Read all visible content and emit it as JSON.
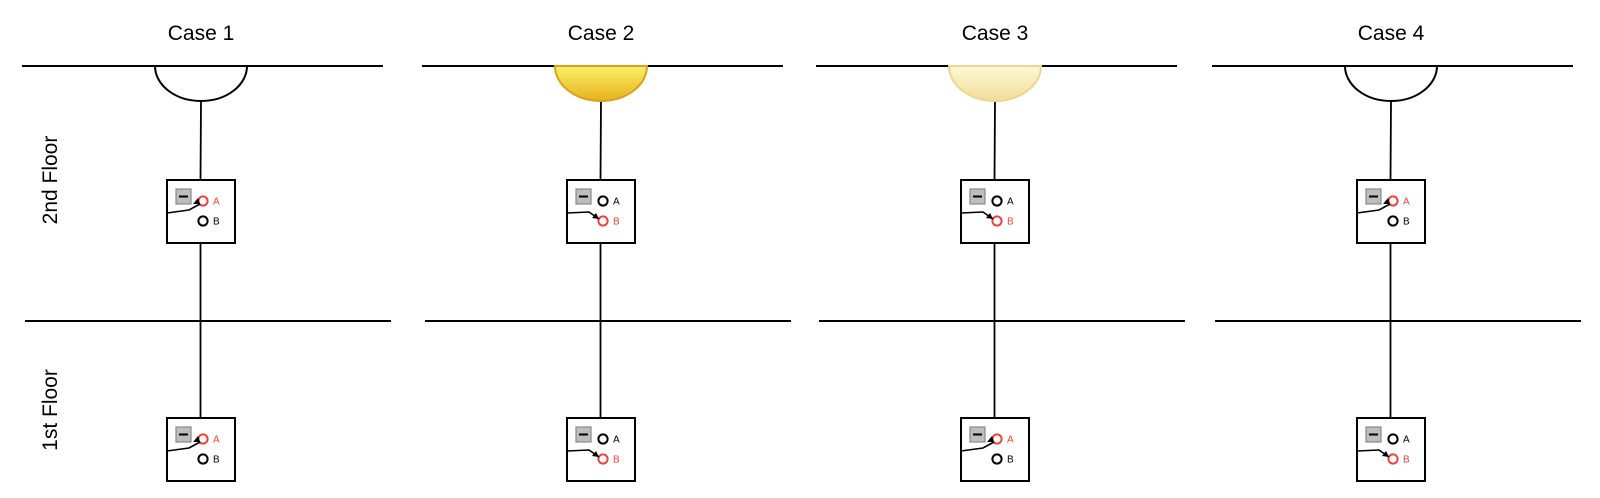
{
  "floors": {
    "upper": "2nd Floor",
    "lower": "1st Floor"
  },
  "switch_terminals": {
    "a": "A",
    "b": "B"
  },
  "colors": {
    "line": "#000000",
    "active": "#e8463f",
    "inactive": "#000000",
    "lamp_off_fill": "#ffffff",
    "lamp_bright_top": "#fbef6a",
    "lamp_bright_bottom": "#e7b21e",
    "lamp_dim_top": "#fdf8d4",
    "lamp_dim_bottom": "#f2dd9a",
    "toggle_fill": "#bdbdbd"
  },
  "cases": [
    {
      "title": "Case 1",
      "upper_switch": "A",
      "lower_switch": "A",
      "lamp": "off"
    },
    {
      "title": "Case 2",
      "upper_switch": "B",
      "lower_switch": "B",
      "lamp": "on-bright"
    },
    {
      "title": "Case 3",
      "upper_switch": "B",
      "lower_switch": "A",
      "lamp": "on-dim"
    },
    {
      "title": "Case 4",
      "upper_switch": "A",
      "lower_switch": "B",
      "lamp": "off"
    }
  ]
}
